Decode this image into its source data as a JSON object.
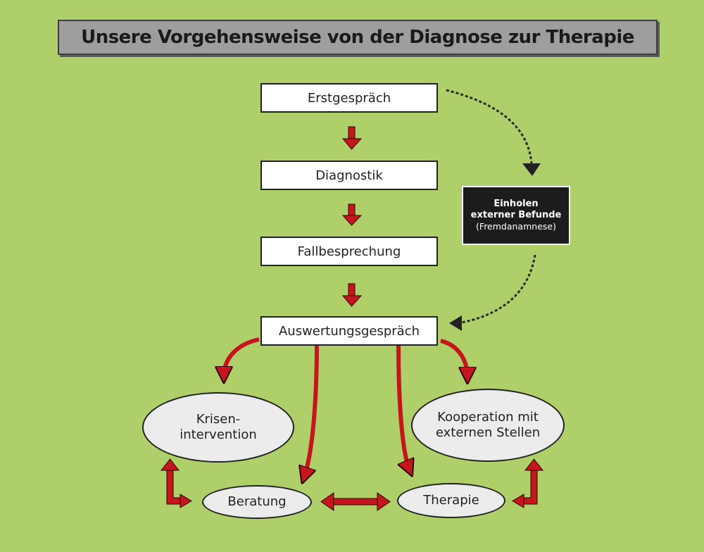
{
  "title": "Unsere Vorgehensweise von der Diagnose zur Therapie",
  "steps": {
    "erstgespraech": "Erstgespräch",
    "diagnostik": "Diagnostik",
    "fallbesprechung": "Fallbesprechung",
    "auswertung": "Auswertungsgespräch"
  },
  "external": {
    "line1": "Einholen",
    "line2": "externer Befunde",
    "line3": "(Fremdanamnese)"
  },
  "outcomes": {
    "krise_line1": "Krisen-",
    "krise_line2": "intervention",
    "kooperation_line1": "Kooperation mit",
    "kooperation_line2": "externen Stellen",
    "beratung": "Beratung",
    "therapie": "Therapie"
  },
  "colors": {
    "background": "#afcf6a",
    "arrow_red": "#c4161c",
    "arrow_outline": "#3a0a0a",
    "dotted_arrow": "#2b2b2b"
  }
}
